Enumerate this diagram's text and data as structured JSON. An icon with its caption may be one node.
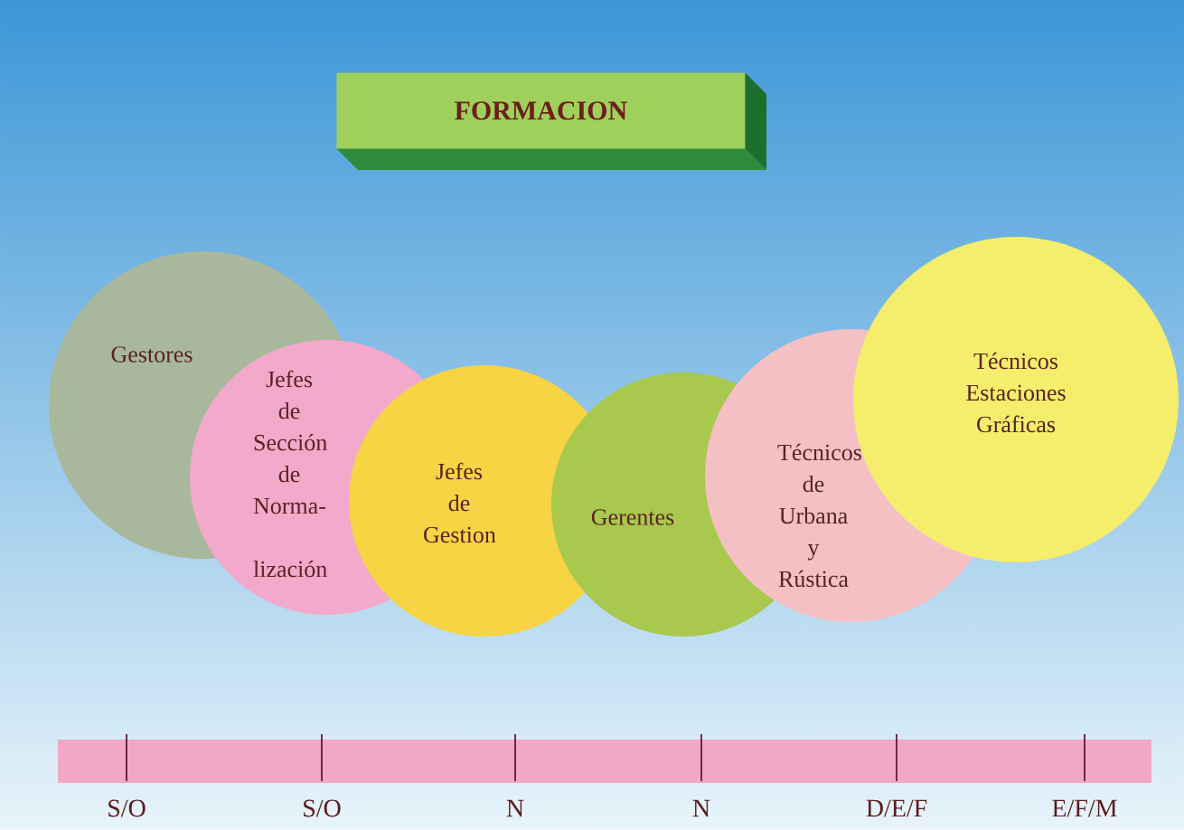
{
  "diagram": {
    "title": "FORMACION",
    "nodes": [
      {
        "text": [
          "Gestores"
        ]
      },
      {
        "text": [
          "Jefes de Sección de Norma- lización"
        ]
      },
      {
        "text": [
          "Jefes de Gestion"
        ]
      },
      {
        "text": [
          "Gerentes"
        ]
      },
      {
        "text": [
          "Técnicos de Urbana y Rústica"
        ]
      },
      {
        "text": [
          "Técnicos Estaciones Gráficas"
        ]
      }
    ],
    "labels": [
      "S/O",
      "S/O",
      "N",
      "N",
      "D/E/F",
      "E/F/M"
    ]
  }
}
